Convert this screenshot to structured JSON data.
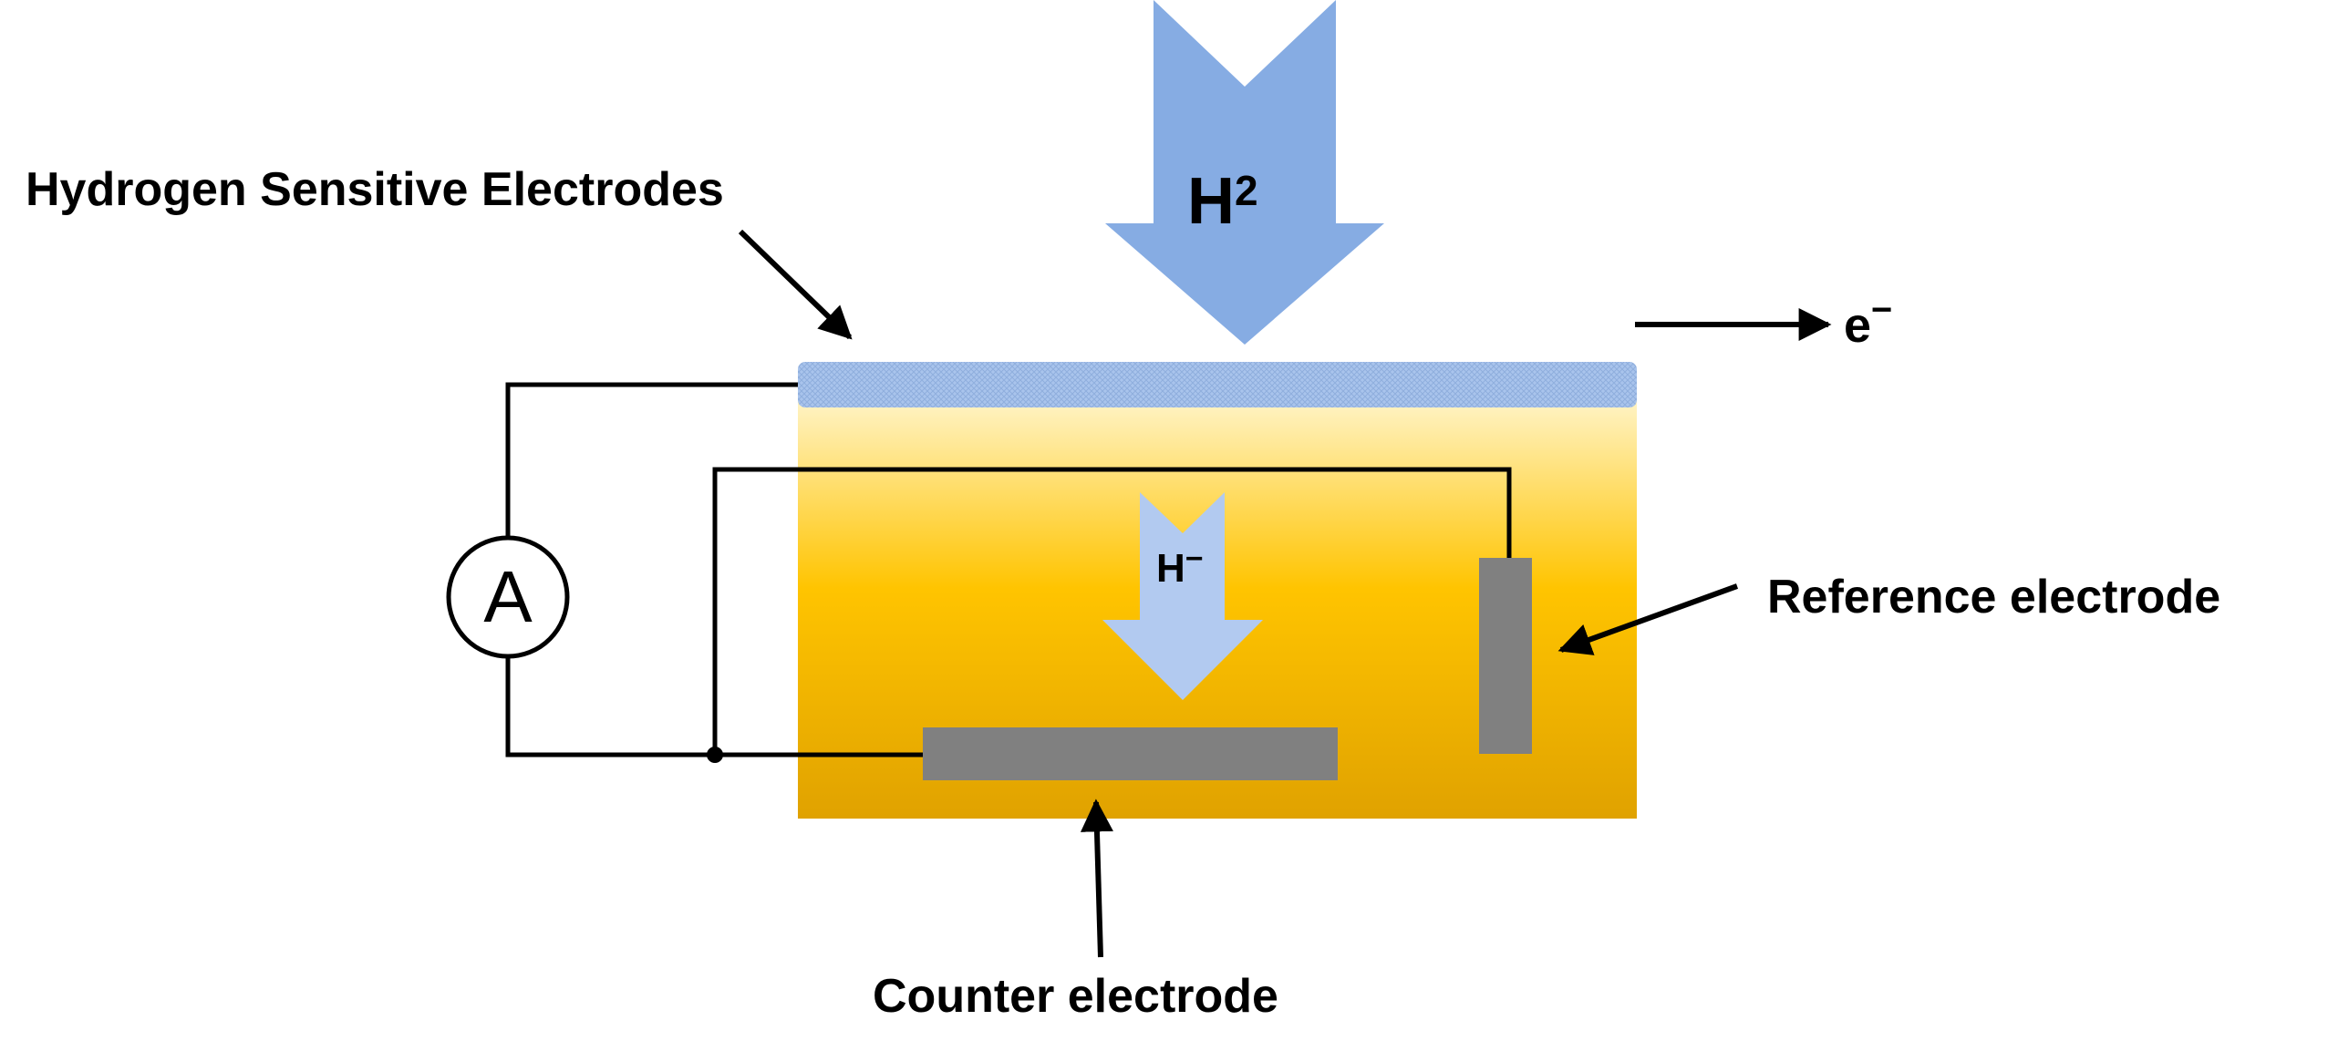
{
  "labels": {
    "sensitive_electrodes": "Hydrogen Sensitive Electrodes",
    "reference_electrode": "Reference electrode",
    "counter_electrode": "Counter electrode",
    "electron": "e",
    "electron_sign": "−",
    "ammeter": "A",
    "h2_base": "H",
    "h2_sub": "2",
    "hminus_base": "H",
    "hminus_sign": "−"
  },
  "colors": {
    "electrolyte_top": "#FFF3C4",
    "electrolyte_mid": "#FFC400",
    "electrolyte_bottom": "#E0A200",
    "electrode_layer": "#A9C4EC",
    "h2_arrow": "#86ACE3",
    "hminus_arrow": "#B2CAF0",
    "electrode_gray": "#808080",
    "wire": "#000000"
  },
  "icons": {
    "h2_arrow": "down-arrow-icon",
    "hminus_arrow": "down-arrow-icon",
    "ammeter": "ammeter-icon"
  }
}
